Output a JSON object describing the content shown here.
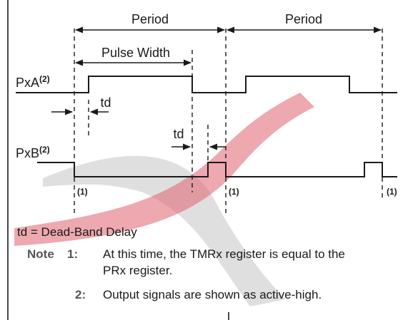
{
  "timing": {
    "period_label": "Period",
    "pulse_width_label": "Pulse Width",
    "pxa_label": "PxA",
    "pxa_sup": "(2)",
    "pxb_label": "PxB",
    "pxb_sup": "(2)",
    "td_label": "td",
    "marker_label": "(1)"
  },
  "legend": {
    "td_definition": "td = Dead-Band Delay"
  },
  "notes": {
    "heading_word": "Note",
    "items": [
      {
        "number": "1:",
        "lines": [
          "At this time, the TMRx register is equal to the",
          "PRx register."
        ]
      },
      {
        "number": "2:",
        "lines": [
          "Output signals are shown as active-high."
        ]
      }
    ]
  },
  "colors": {
    "watermark_red": "#e0606f",
    "watermark_gray": "#8c8c8c",
    "ink": "#1a1a1a"
  }
}
